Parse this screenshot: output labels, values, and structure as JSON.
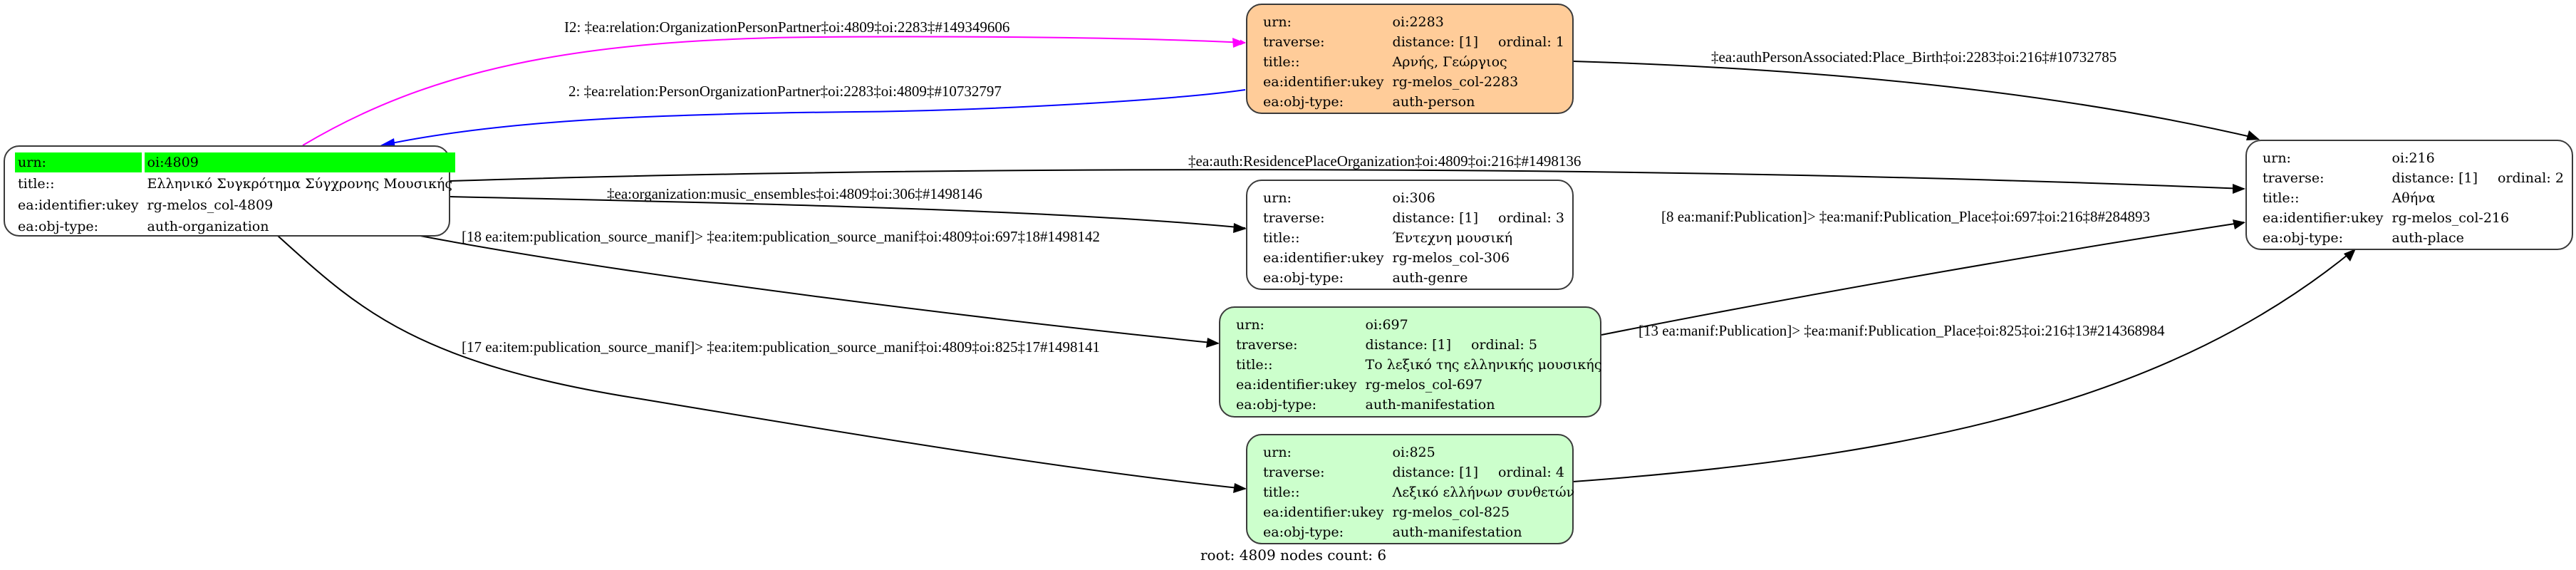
{
  "graph": {
    "footer": "root: 4809 nodes count: 6",
    "colors": {
      "root_highlight": "#00ff00",
      "person": "#ffcc99",
      "manifestation": "#ccffcc",
      "default": "#ffffff",
      "edge_default": "#000000",
      "edge_org_person": "#ff00ff",
      "edge_person_org": "#0000ff"
    },
    "nodes": {
      "n4809": {
        "fill": "#ffffff",
        "rows": [
          {
            "key": "urn:",
            "value": "oi:4809"
          },
          {
            "key": "title::",
            "value": "Ελληνικό Συγκρότημα Σύγχρονης Μουσικής"
          },
          {
            "key": "ea:identifier:ukey",
            "value": "rg-melos_col-4809"
          },
          {
            "key": "ea:obj-type:",
            "value": "auth-organization"
          }
        ]
      },
      "n2283": {
        "fill": "#ffcc99",
        "urn": "oi:2283",
        "distance": "distance: [1]",
        "ordinal": "ordinal: 1",
        "title": "Αρνής, Γεώργιος",
        "ukey": "rg-melos_col-2283",
        "type": "auth-person"
      },
      "n306": {
        "fill": "#ffffff",
        "urn": "oi:306",
        "distance": "distance: [1]",
        "ordinal": "ordinal: 3",
        "title": "Έντεχνη μουσική",
        "ukey": "rg-melos_col-306",
        "type": "auth-genre"
      },
      "n697": {
        "fill": "#ccffcc",
        "urn": "oi:697",
        "distance": "distance: [1]",
        "ordinal": "ordinal: 5",
        "title": "Το λεξικό της ελληνικής μουσικής",
        "ukey": "rg-melos_col-697",
        "type": "auth-manifestation"
      },
      "n825": {
        "fill": "#ccffcc",
        "urn": "oi:825",
        "distance": "distance: [1]",
        "ordinal": "ordinal: 4",
        "title": "Λεξικό ελλήνων συνθετών",
        "ukey": "rg-melos_col-825",
        "type": "auth-manifestation"
      },
      "n216": {
        "fill": "#ffffff",
        "urn": "oi:216",
        "distance": "distance: [1]",
        "ordinal": "ordinal: 2",
        "title": "Αθήνα",
        "ukey": "rg-melos_col-216",
        "type": "auth-place"
      }
    },
    "labels": {
      "urn": "urn:",
      "traverse": "traverse:",
      "title": "title::",
      "ukey": "ea:identifier:ukey",
      "type": "ea:obj-type:"
    },
    "edges": [
      {
        "id": "e1",
        "from": "oi:4809",
        "to": "oi:2283",
        "color": "#ff00ff",
        "label": "I2: ‡ea:relation:OrganizationPersonPartner‡oi:4809‡oi:2283‡#149349606"
      },
      {
        "id": "e2",
        "from": "oi:2283",
        "to": "oi:4809",
        "color": "#0000ff",
        "label": "2: ‡ea:relation:PersonOrganizationPartner‡oi:2283‡oi:4809‡#10732797"
      },
      {
        "id": "e3",
        "from": "oi:2283",
        "to": "oi:216",
        "color": "#000000",
        "label": "‡ea:authPersonAssociated:Place_Birth‡oi:2283‡oi:216‡#10732785"
      },
      {
        "id": "e4",
        "from": "oi:4809",
        "to": "oi:216",
        "color": "#000000",
        "label": "‡ea:auth:ResidencePlaceOrganization‡oi:4809‡oi:216‡#1498136"
      },
      {
        "id": "e5",
        "from": "oi:4809",
        "to": "oi:306",
        "color": "#000000",
        "label": "‡ea:organization:music_ensembles‡oi:4809‡oi:306‡#1498146"
      },
      {
        "id": "e6",
        "from": "oi:4809",
        "to": "oi:697",
        "color": "#000000",
        "label": "[18 ea:item:publication_source_manif]> ‡ea:item:publication_source_manif‡oi:4809‡oi:697‡18#1498142"
      },
      {
        "id": "e7",
        "from": "oi:4809",
        "to": "oi:825",
        "color": "#000000",
        "label": "[17 ea:item:publication_source_manif]> ‡ea:item:publication_source_manif‡oi:4809‡oi:825‡17#1498141"
      },
      {
        "id": "e8",
        "from": "oi:697",
        "to": "oi:216",
        "color": "#000000",
        "label": "[8 ea:manif:Publication]> ‡ea:manif:Publication_Place‡oi:697‡oi:216‡8#284893"
      },
      {
        "id": "e9",
        "from": "oi:825",
        "to": "oi:216",
        "color": "#000000",
        "label": "[13 ea:manif:Publication]> ‡ea:manif:Publication_Place‡oi:825‡oi:216‡13#214368984"
      }
    ]
  }
}
